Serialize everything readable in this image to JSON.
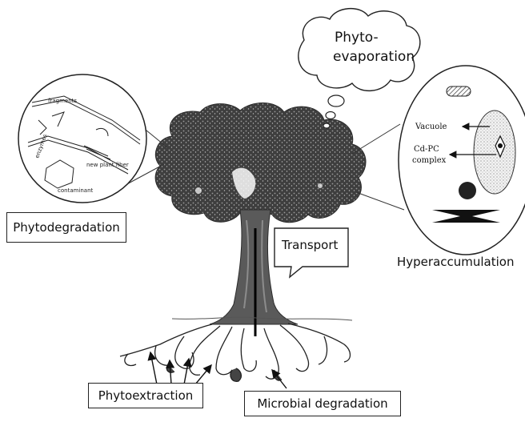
{
  "labels": {
    "phytodegradation": "Phytodegradation",
    "transport": "Transport",
    "hyperaccumulation": "Hyperaccumulation",
    "phytoextraction": "Phytoextraction",
    "microbial_degradation": "Microbial degradation",
    "phyto_line1": "Phyto-",
    "phyto_line2": "evaporation"
  },
  "left_inset": {
    "fragments": "fragments",
    "enzymes": "enzymes",
    "new_plant_fiber": "new plant fiber",
    "contaminant": "contaminant"
  },
  "right_inset": {
    "vacuole": "Vacuole",
    "cdpc_line1": "Cd-PC",
    "cdpc_line2": "complex"
  },
  "colors": {
    "canopy": "#4a4a4a",
    "trunk": "#5a5a5a",
    "ink": "#111111"
  }
}
